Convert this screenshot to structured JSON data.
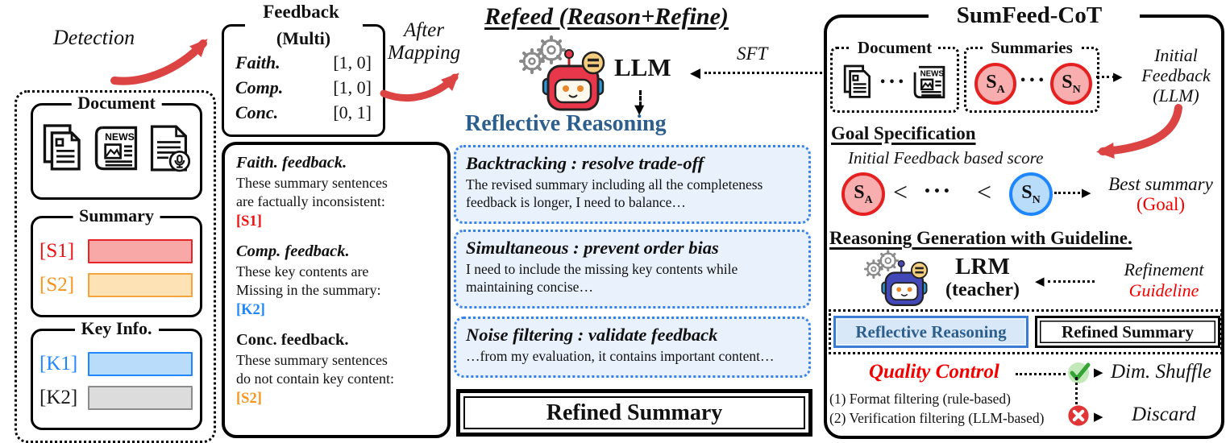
{
  "colors": {
    "red_arrow": "#DC4444",
    "tag_red": "#F01010",
    "tag_orange": "#F7941D",
    "tag_blue": "#1E86FF",
    "tag_gray": "#1A1A1A",
    "goal_red": "#F20000",
    "heading_blue": "#2C5F8E",
    "s1_bar_fill": "#F9A8A8",
    "s1_bar_border": "#E52528",
    "s2_bar_fill": "#FCE2B5",
    "s2_bar_border": "#F5A33C",
    "k1_bar_fill": "#B9DCFB",
    "k1_bar_border": "#1E86FF",
    "k2_bar_fill": "#DCDCDC",
    "k2_bar_border": "#8C8C8C",
    "circle_red_fill": "#F8AEAE",
    "circle_red_border": "#E52020",
    "circle_blue_fill": "#B9DCFB",
    "circle_blue_border": "#1E86FF"
  },
  "left_panel": {
    "document_title": "Document",
    "summary_title": "Summary",
    "summary_items": [
      {
        "tag": "[S1]"
      },
      {
        "tag": "[S2]"
      }
    ],
    "key_info_title": "Key Info.",
    "key_items": [
      {
        "tag": "[K1]"
      },
      {
        "tag": "[K2]"
      }
    ]
  },
  "detection_label": "Detection",
  "after_mapping": {
    "line1": "After",
    "line2": "Mapping"
  },
  "feedback_box": {
    "title": "Feedback",
    "subtitle": "(Multi)",
    "rows": [
      {
        "label": "Faith.",
        "value": "[1, 0]"
      },
      {
        "label": "Comp.",
        "value": "[1, 0]"
      },
      {
        "label": "Conc.",
        "value": "[0, 1]"
      }
    ]
  },
  "feedback_detail": {
    "sections": [
      {
        "header": "Faith. feedback.",
        "line1": "These summary sentences",
        "line2": "are factually inconsistent:",
        "tag": "[S1]"
      },
      {
        "header": "Comp. feedback.",
        "line1": "These key contents are",
        "line2": "Missing in the summary:",
        "tag": "[K2]"
      },
      {
        "header": "Conc. feedback.",
        "line1": "These summary sentences",
        "line2": "do not contain key content:",
        "tag": "[S2]"
      }
    ]
  },
  "refeed": {
    "title": "Refeed (Reason+Refine)",
    "llm_label": "LLM",
    "sft_label": "SFT",
    "heading": "Reflective Reasoning",
    "boxes": [
      {
        "title": "Backtracking : resolve trade-off",
        "line1": "The revised summary including all the completeness",
        "line2": "feedback is longer, I need to balance…"
      },
      {
        "title": "Simultaneous : prevent order bias",
        "line1": "I need to include the missing key contents while",
        "line2": "maintaining concise…"
      },
      {
        "title": "Noise filtering : validate feedback",
        "line1": "…from my evaluation, it contains important content…",
        "line2": ""
      }
    ],
    "refined_summary": "Refined Summary"
  },
  "sumfeed": {
    "title": "SumFeed-CoT",
    "document_title": "Document",
    "summaries_title": "Summaries",
    "dots": "•••",
    "s_a": {
      "base": "S",
      "sub": "A"
    },
    "s_n": {
      "base": "S",
      "sub": "N"
    },
    "initial_feedback": {
      "line1": "Initial",
      "line2": "Feedback",
      "line3": "(LLM)"
    },
    "goal_heading": "Goal Specification",
    "score_caption": "Initial Feedback based score",
    "lt": "<",
    "best_summary": "Best summary",
    "goal_label": "(Goal)",
    "reasoning_heading": "Reasoning Generation with Guideline.",
    "lrm_label": "LRM",
    "teacher_label": "(teacher)",
    "refinement_label": "Refinement",
    "guideline_label": "Guideline",
    "reflective_badge": "Reflective Reasoning",
    "refined_badge": "Refined Summary",
    "quality_control": "Quality Control",
    "filter1": "(1) Format filtering (rule-based)",
    "filter2": "(2) Verification filtering (LLM-based)",
    "pass_label": "Dim. Shuffle",
    "fail_label": "Discard"
  }
}
